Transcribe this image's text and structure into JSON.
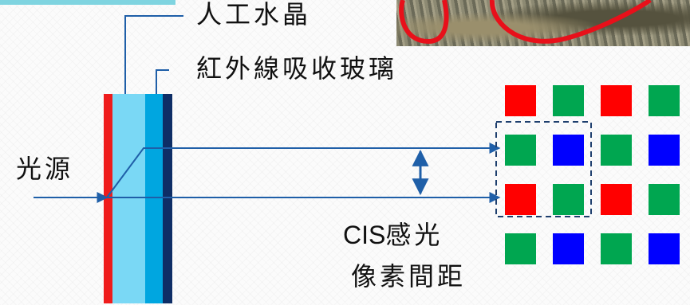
{
  "labels": {
    "artificial_crystal": "人工水晶",
    "ir_absorbing_glass": "紅外線吸收玻璃",
    "light_source": "光源",
    "cis_prefix": "CIS",
    "cis_suffix": "感光",
    "pixel_pitch": "像素間距"
  },
  "colors": {
    "crystal_outer": "#7ad8f5",
    "crystal_inner": "#00a6e0",
    "glass_dark": "#0e2e66",
    "red_layer": "#ef1c1c",
    "ray": "#1f5fa8",
    "pixel_red": "#ff0000",
    "pixel_green": "#00a650",
    "pixel_blue": "#0000ff"
  },
  "pixel_grid": [
    [
      "red",
      "green",
      "red",
      "green"
    ],
    [
      "green",
      "blue",
      "green",
      "blue"
    ],
    [
      "red",
      "green",
      "red",
      "green"
    ],
    [
      "green",
      "blue",
      "green",
      "blue"
    ]
  ]
}
